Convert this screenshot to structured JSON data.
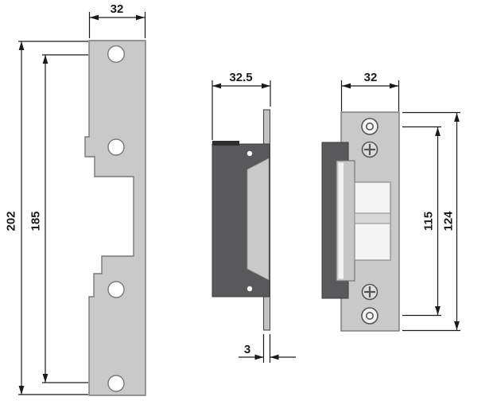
{
  "views": {
    "front": {
      "width": "32",
      "overall_height": "202",
      "hole_spacing": "185"
    },
    "side": {
      "depth": "32.5",
      "faceplate_thickness": "3"
    },
    "assembled": {
      "width": "32",
      "inner_height": "115",
      "body_height": "124"
    }
  },
  "colors": {
    "background": "#ffffff",
    "plate_fill": "#c9c9c9",
    "body_fill": "#59595b",
    "keeper_fill": "#f3f3f3",
    "outline": "#787878",
    "dimension_line": "#1a1a1a"
  }
}
